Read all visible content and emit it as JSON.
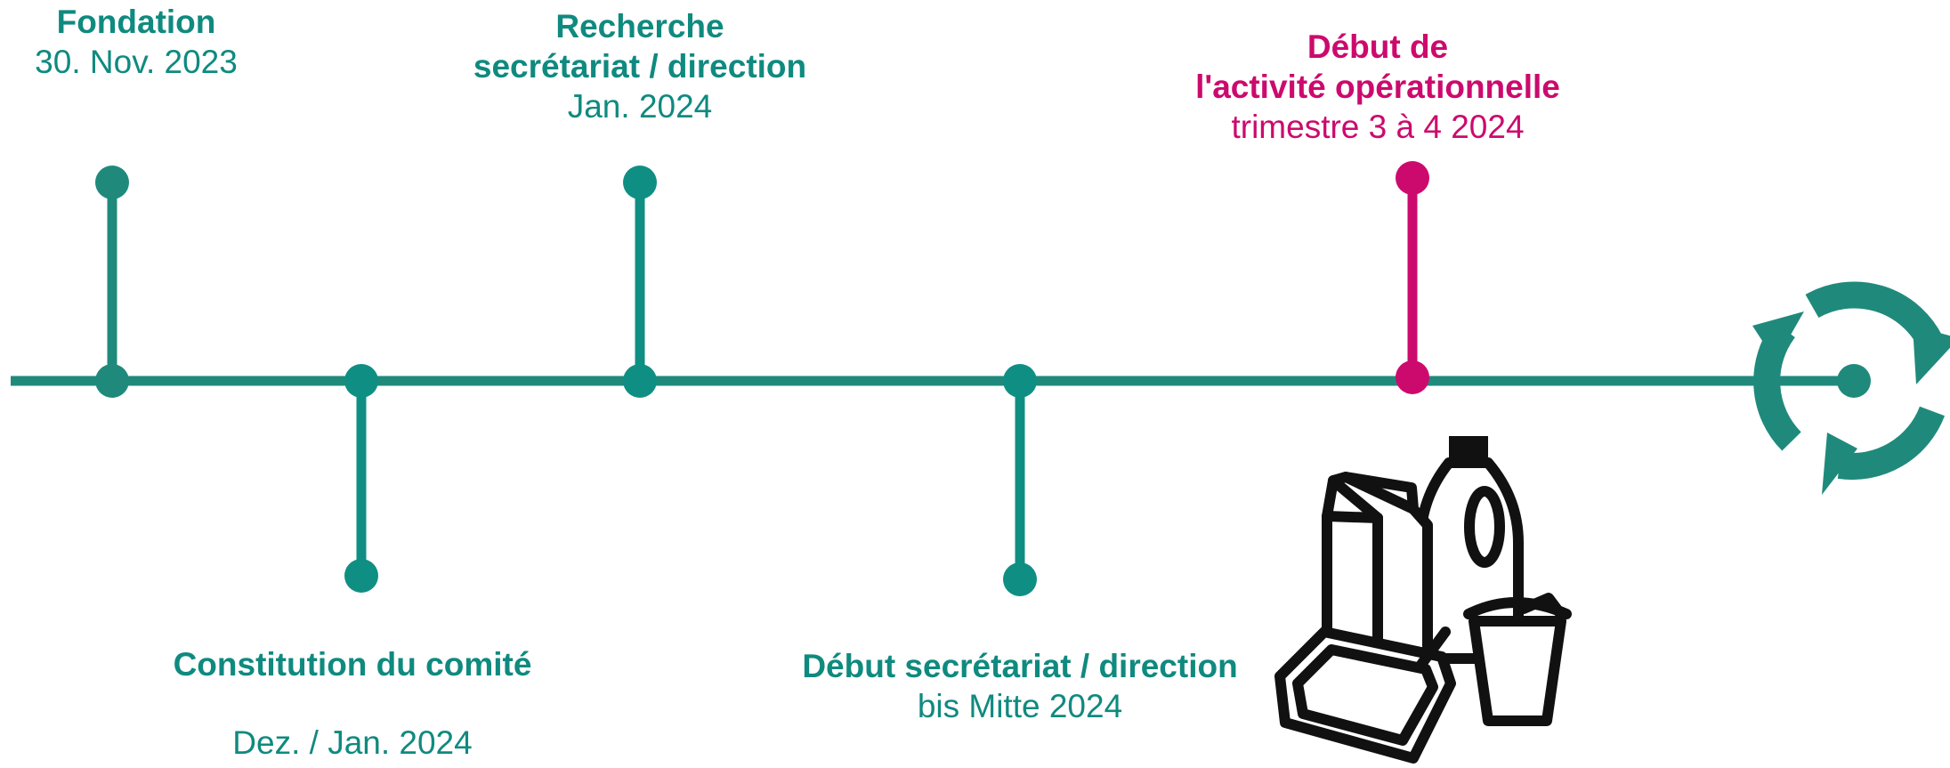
{
  "colors": {
    "timeline": "#1f8a7c",
    "teal_text": "#0f8a7f",
    "highlight": "#cc0a6e",
    "icon_dark": "#111111"
  },
  "milestones": [
    {
      "title": "Fondation",
      "date": "30. Nov. 2023",
      "side": "above",
      "highlight": false
    },
    {
      "title": "Constitution du comité",
      "date": "Dez. / Jan. 2024",
      "side": "below",
      "highlight": false
    },
    {
      "title": "Recherche secrétariat / direction",
      "title_lines": [
        "Recherche",
        "secrétariat / direction"
      ],
      "date": "Jan. 2024",
      "side": "above",
      "highlight": false
    },
    {
      "title": "Début secrétariat / direction",
      "date": "bis Mitte 2024",
      "side": "below",
      "highlight": false
    },
    {
      "title": "Début de l'activité opérationnelle",
      "title_lines": [
        "Début de",
        "l'activité opérationnelle"
      ],
      "date": "trimestre 3 à 4 2024",
      "side": "above",
      "highlight": true
    }
  ],
  "icons": {
    "end": "recycle-arrows-icon",
    "packaging": "packaging-waste-icon"
  }
}
